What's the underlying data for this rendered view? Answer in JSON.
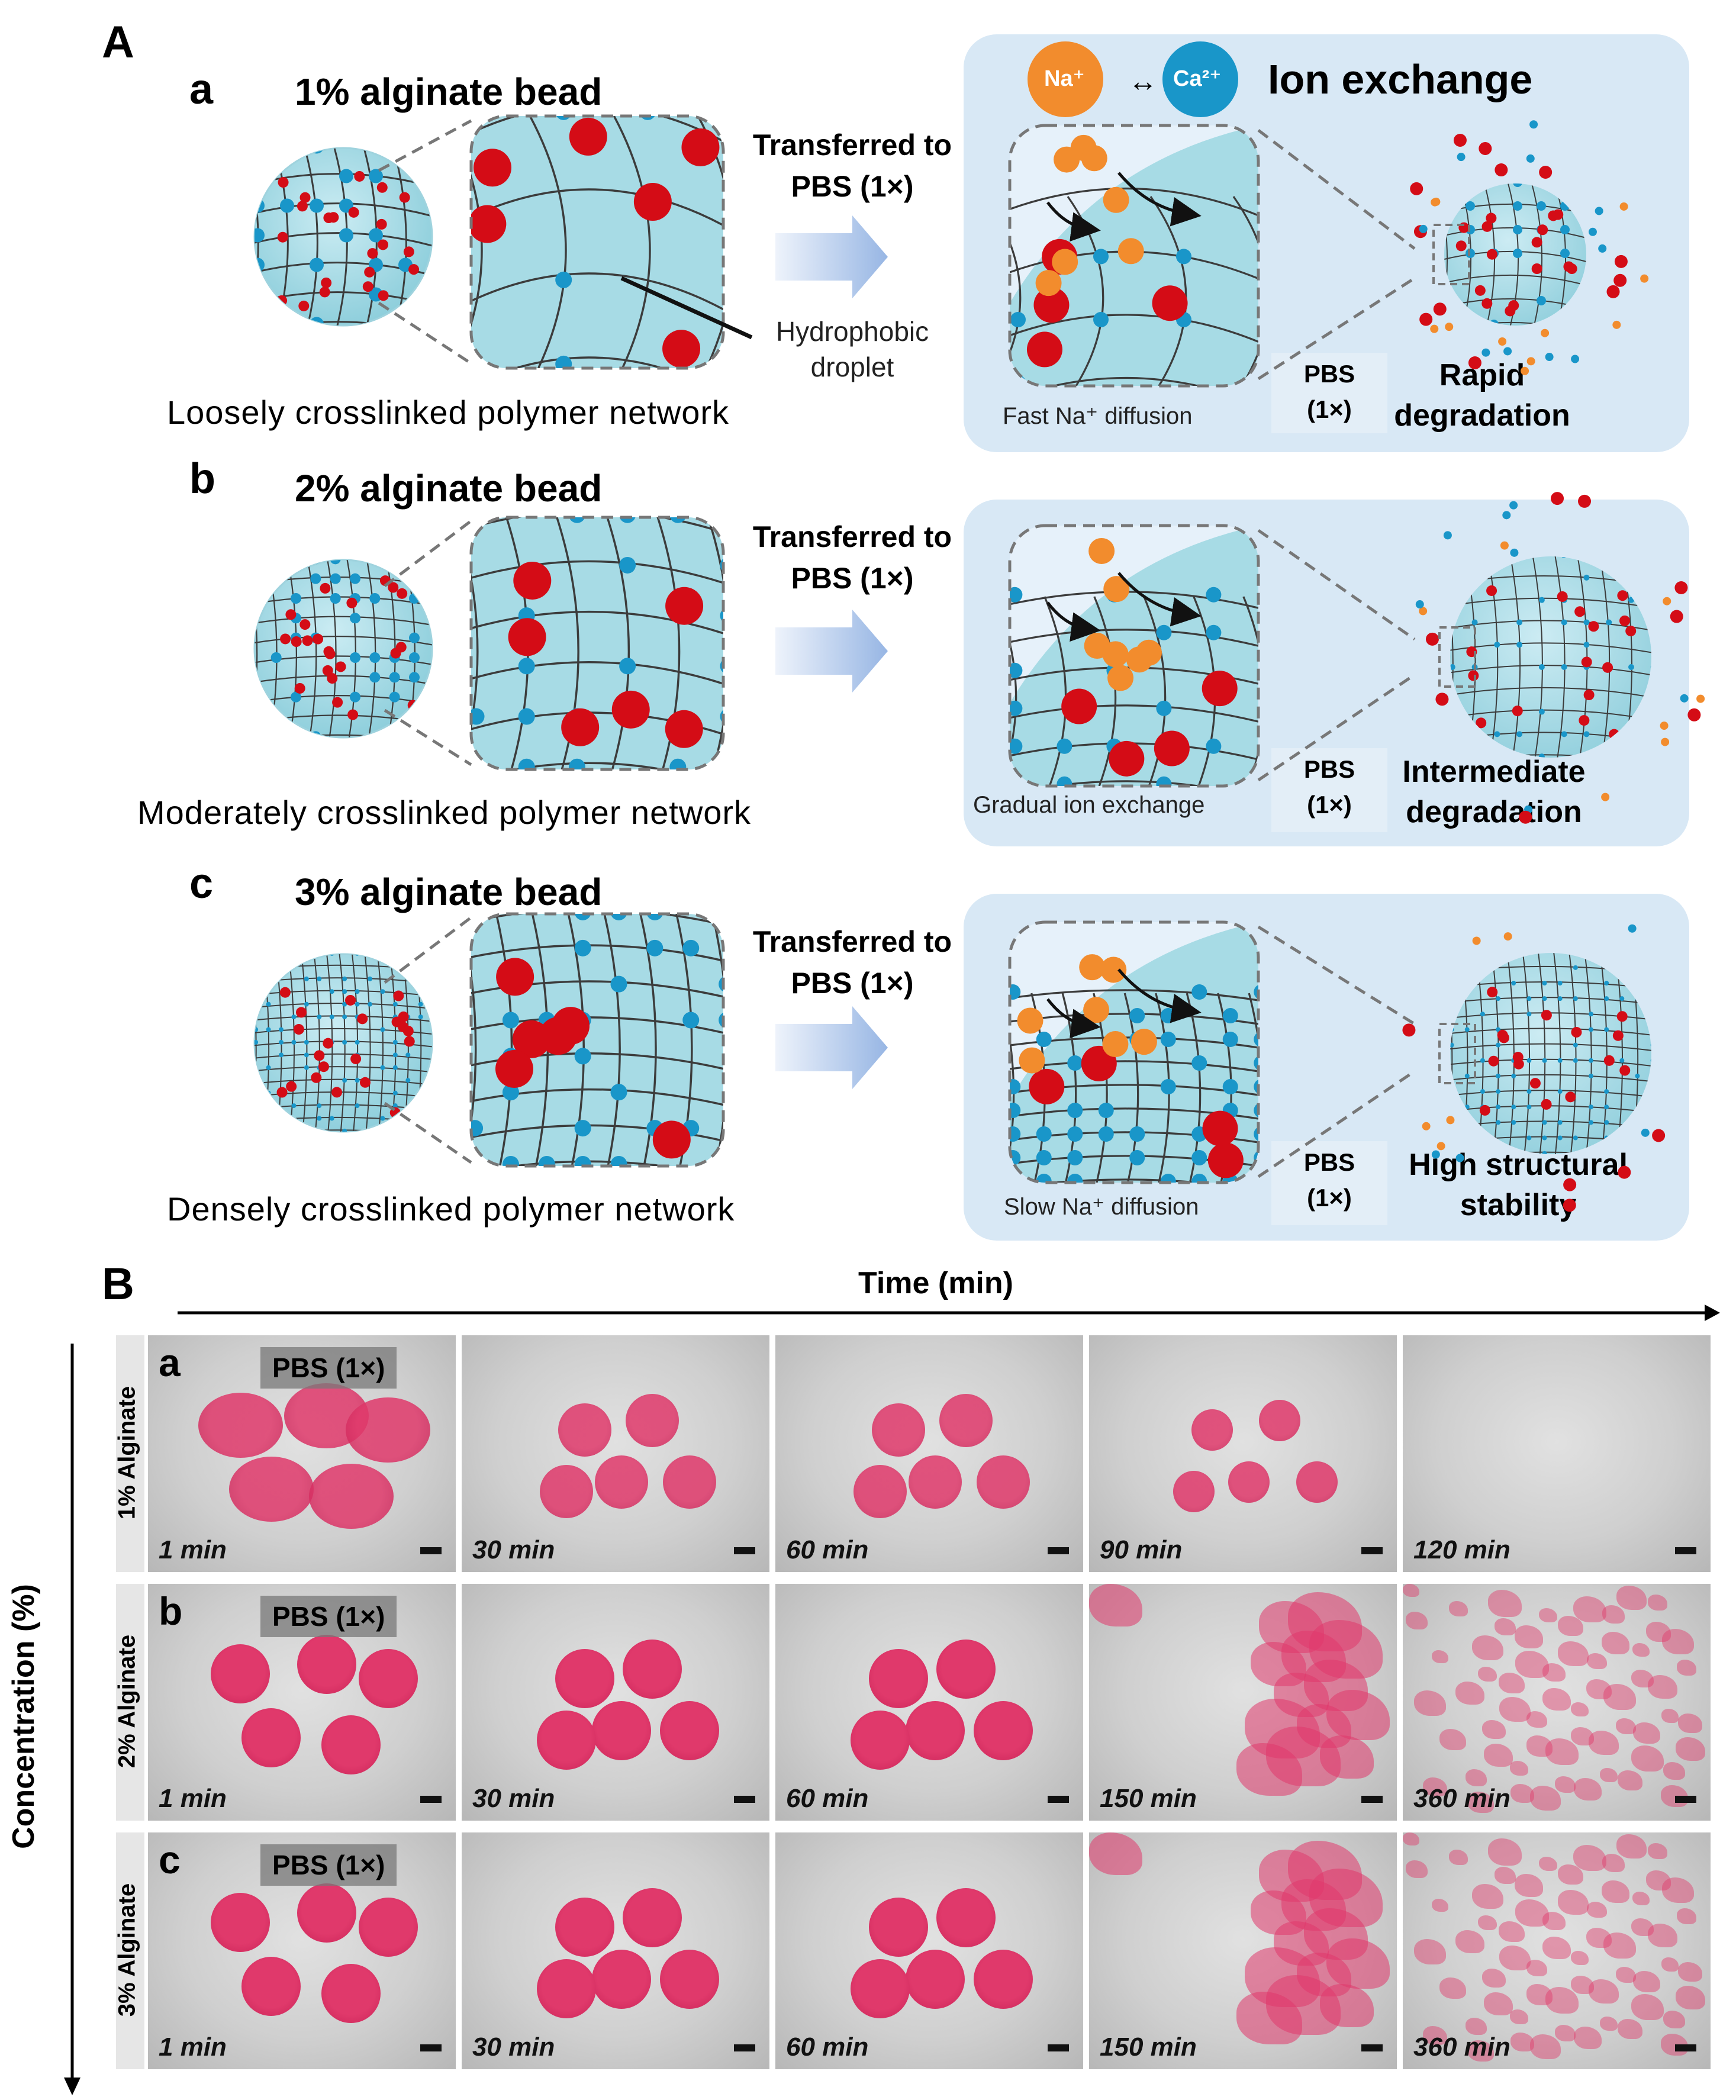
{
  "panel_A": {
    "label": "A",
    "ion_exchange": {
      "na": "Na⁺",
      "ca": "Ca²⁺",
      "arrow": "↔",
      "title": "Ion exchange"
    },
    "hydrophobic_droplet": "Hydrophobic droplet",
    "rows": [
      {
        "letter": "a",
        "title": "1% alginate bead",
        "caption": "Loosely crosslinked polymer network",
        "transfer": "Transferred to PBS (1×)",
        "diffusion": "Fast Na⁺ diffusion",
        "pbs": "PBS (1×)",
        "outcome": "Rapid degradation"
      },
      {
        "letter": "b",
        "title": "2% alginate bead",
        "caption": "Moderately crosslinked polymer network",
        "transfer": "Transferred to PBS (1×)",
        "diffusion": "Gradual ion exchange",
        "pbs": "PBS (1×)",
        "outcome": "Intermediate degradation"
      },
      {
        "letter": "c",
        "title": "3% alginate bead",
        "caption": "Densely crosslinked polymer network",
        "transfer": "Transferred to PBS (1×)",
        "diffusion": "Slow Na⁺ diffusion",
        "pbs": "PBS (1×)",
        "outcome": "High structural stability"
      }
    ]
  },
  "panel_B": {
    "label": "B",
    "x_axis": "Time (min)",
    "y_axis": "Concentration (%)",
    "pbs_tag": "PBS (1×)",
    "rows": [
      {
        "letter": "a",
        "side": "1% Alginate",
        "times": [
          "1 min",
          "30 min",
          "60 min",
          "90 min",
          "120 min"
        ]
      },
      {
        "letter": "b",
        "side": "2% Alginate",
        "times": [
          "1 min",
          "30 min",
          "60 min",
          "150 min",
          "360 min"
        ]
      },
      {
        "letter": "c",
        "side": "3% Alginate",
        "times": [
          "1 min",
          "30 min",
          "60 min",
          "150 min",
          "360 min"
        ]
      }
    ]
  },
  "colors": {
    "gel": "#a7dbe5",
    "droplet": "#d40c16",
    "crosslink": "#1996c9",
    "na_ion": "#f28c2d",
    "panel_bg": "#d8e8f5",
    "bead_pink": "#e0396b"
  }
}
